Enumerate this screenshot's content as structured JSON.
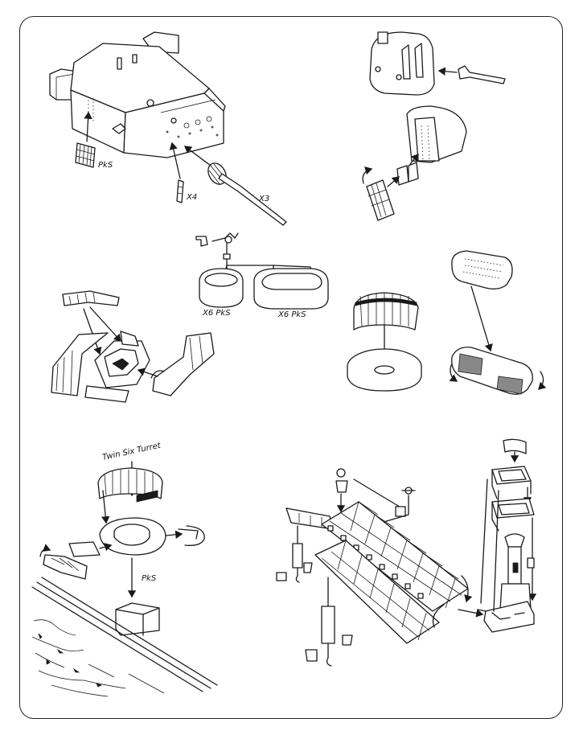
{
  "labels": {
    "pe1": "PkS",
    "x4": "X4",
    "x3": "X3",
    "x6a": "X6 PkS",
    "x6b": "X6 PkS",
    "twin": "Twin Six Turret",
    "pe2": "PkS"
  },
  "colors": {
    "ink": "#1a1a1a",
    "paper": "#ffffff"
  }
}
